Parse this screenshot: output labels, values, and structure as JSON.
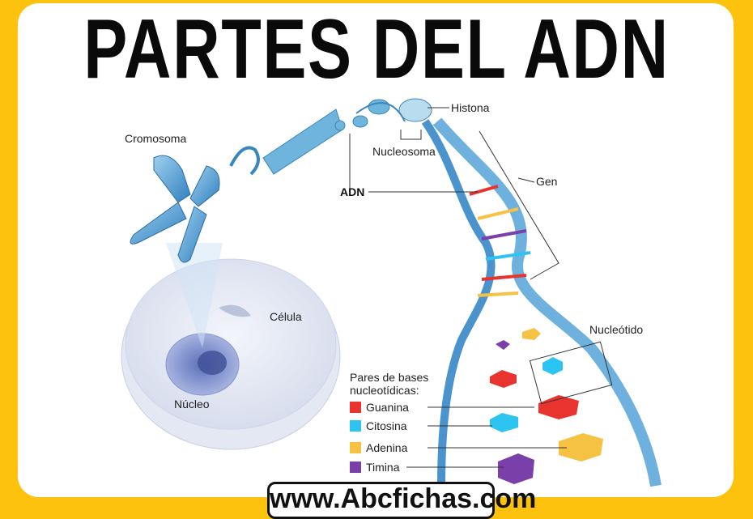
{
  "title": "PARTES DEL ADN",
  "labels": {
    "cromosoma": "Cromosoma",
    "histona": "Histona",
    "nucleosoma": "Nucleosoma",
    "adn": "ADN",
    "gen": "Gen",
    "celula": "Célula",
    "nucleo": "Núcleo",
    "nucleotido": "Nucleótido"
  },
  "legend": {
    "heading_line1": "Pares de bases",
    "heading_line2": "nucleotídicas:",
    "items": [
      {
        "label": "Guanina",
        "color": "#E8332E"
      },
      {
        "label": "Citosina",
        "color": "#2EC4F1"
      },
      {
        "label": "Adenina",
        "color": "#F6C244"
      },
      {
        "label": "Timina",
        "color": "#7B3FA9"
      }
    ]
  },
  "footer": {
    "url": "www.Abcfichas.com"
  },
  "colors": {
    "background": "#FDC20E",
    "panel": "#FFFFFF"
  }
}
